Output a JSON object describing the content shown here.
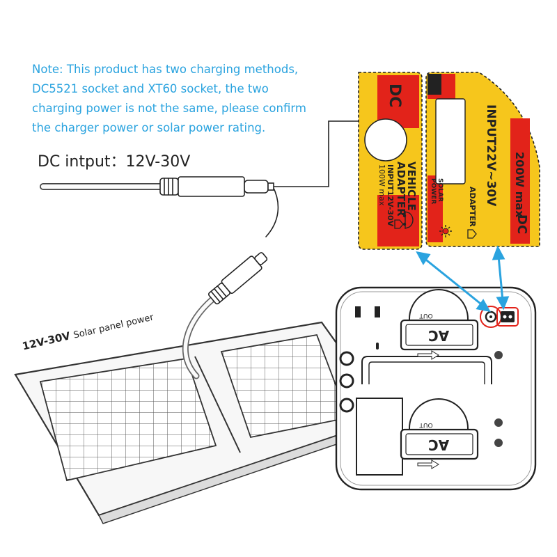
{
  "note": {
    "lines": [
      "Note: This product has two charging methods,",
      "DC5521 socket and XT60 socket, the two",
      "charging power is not the same, please confirm",
      "the charger power or solar power rating."
    ]
  },
  "dc_input_label": "DC intput：12V-30V",
  "solar_label": {
    "voltage": "12V-30V",
    "text": "Solar panel power"
  },
  "vehicle_label": {
    "dc": "DC",
    "line1": "VEHICLE",
    "line2": "ADAPTER",
    "line3": "INPUT12V-30V",
    "line4": "100W max"
  },
  "solar_port_label": {
    "power": "200W max",
    "input": "INPUT22V~30V",
    "dc": "DC",
    "solar_line1": "SOLAR",
    "solar_line2": "POWER",
    "adapter": "ADAPTER"
  },
  "ac_outlet": {
    "top": "AC",
    "out": "OUT"
  },
  "colors": {
    "note": "#2aa3df",
    "label_yellow": "#f6c61c",
    "label_red": "#e2231a",
    "arrow": "#2aa3df",
    "highlight_ring": "#e2231a"
  },
  "icons": [
    "car-icon",
    "sun-icon",
    "plug-icon"
  ]
}
